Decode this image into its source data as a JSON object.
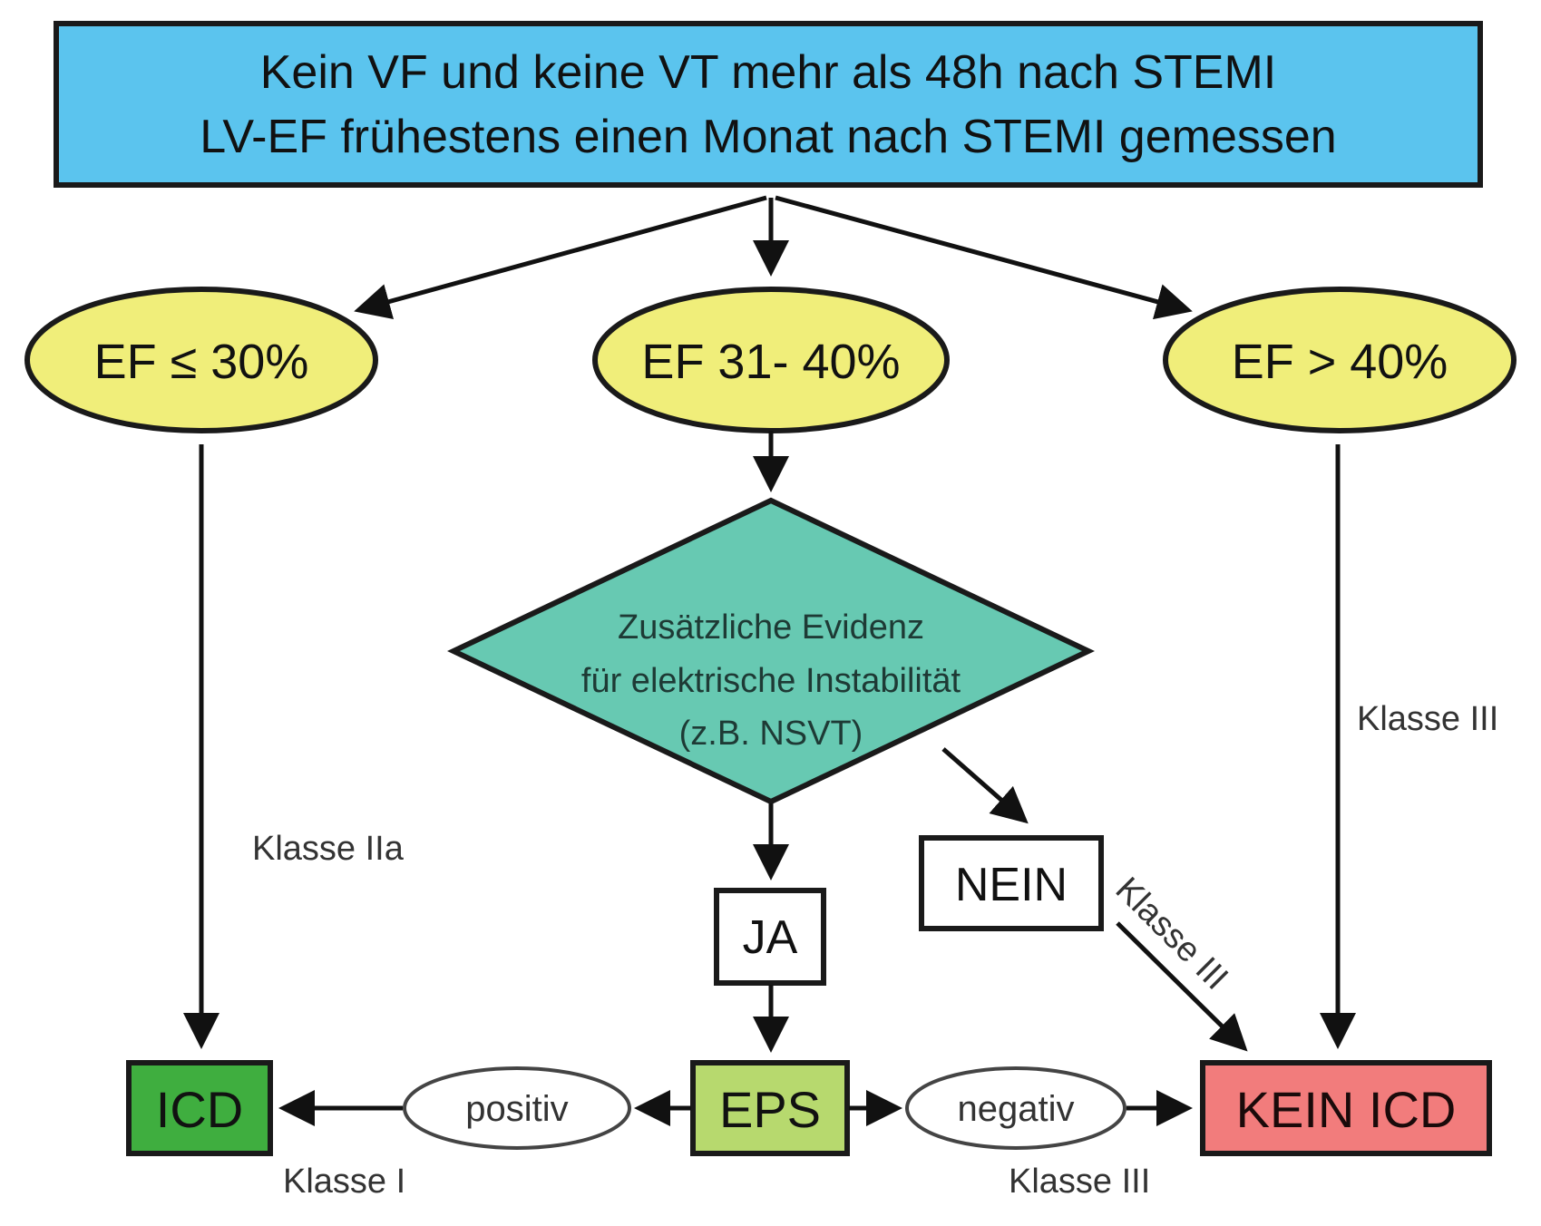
{
  "header": {
    "line1": "Kein VF und keine VT mehr als 48h nach STEMI",
    "line2": "LV-EF frühestens einen Monat nach STEMI gemessen"
  },
  "ovals": {
    "ef_low": "EF ≤ 30%",
    "ef_mid": "EF 31- 40%",
    "ef_high": "EF > 40%"
  },
  "decision": {
    "line1": "Zusätzliche Evidenz",
    "line2": "für elektrische Instabilität",
    "line3": "(z.B. NSVT)"
  },
  "answers": {
    "yes": "JA",
    "no": "NEIN"
  },
  "results": {
    "icd": "ICD",
    "eps": "EPS",
    "no_icd": "KEIN ICD"
  },
  "eps_outcomes": {
    "positive": "positiv",
    "negative": "negativ"
  },
  "classes": {
    "left_branch": "Klasse IIa",
    "right_branch": "Klasse III",
    "nein_branch": "Klasse III",
    "positive": "Klasse I",
    "negative": "Klasse III"
  },
  "colors": {
    "header_fill": "#5bc4ee",
    "oval_fill": "#f0ee7a",
    "diamond_fill": "#67c9b2",
    "icd_fill": "#3fae3f",
    "eps_fill": "#b7d96e",
    "no_icd_fill": "#f27c7c"
  }
}
